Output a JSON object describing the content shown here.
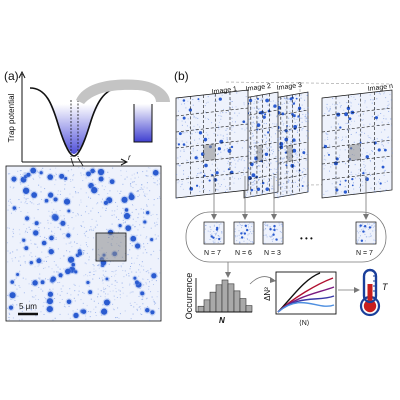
{
  "panel_a": {
    "label": "(a)",
    "ylabel": "Trap potential",
    "xlabel": "r",
    "scalebar": "5 μm"
  },
  "panel_b": {
    "label": "(b)",
    "images": [
      "Image 1",
      "Image 2",
      "Image 3",
      "Image n"
    ],
    "crops": [
      "N = 7",
      "N = 6",
      "N = 3",
      "N = 7"
    ],
    "ellipsis": "• • •",
    "hist_ylabel": "Occurrence",
    "hist_xlabel": "N",
    "plot_ylabel": "ΔN²",
    "plot_xlabel": "⟨N⟩",
    "thermo_label": "T",
    "histogram_relative_heights": [
      0.18,
      0.38,
      0.62,
      0.85,
      1.0,
      0.88,
      0.66,
      0.42,
      0.2
    ],
    "curve_colors": [
      "#111111",
      "#b01030",
      "#7a1a80",
      "#3a3aa8",
      "#4e8fe0"
    ]
  },
  "colors": {
    "atom_blue": "#2a5bd0",
    "trap_fill": "#4a4ad8",
    "selection_gray": "#8a8a8a",
    "thermo_red": "#c81e1e",
    "thermo_blue": "#1a3f9a"
  }
}
